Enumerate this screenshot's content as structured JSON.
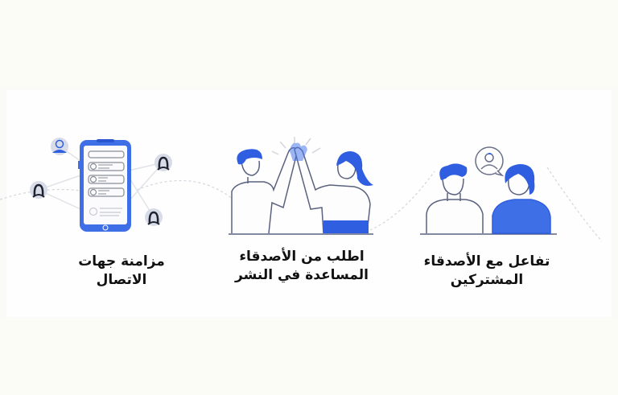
{
  "colors": {
    "accent": "#2f5fe0",
    "accent_light": "#4a78ea",
    "line": "#5a6280",
    "background": "#fcfcf7",
    "band": "#fefefe",
    "text": "#111111"
  },
  "features": [
    {
      "illustration": "phone-contacts-icon",
      "title_line1": "مزامنة جهات",
      "title_line2": "الاتصال"
    },
    {
      "illustration": "high-five-icon",
      "title_line1": "اطلب من الأصدقاء",
      "title_line2": "المساعدة في النشر"
    },
    {
      "illustration": "friends-chat-icon",
      "title_line1": "تفاعل مع الأصدقاء",
      "title_line2": "المشتركين"
    }
  ]
}
